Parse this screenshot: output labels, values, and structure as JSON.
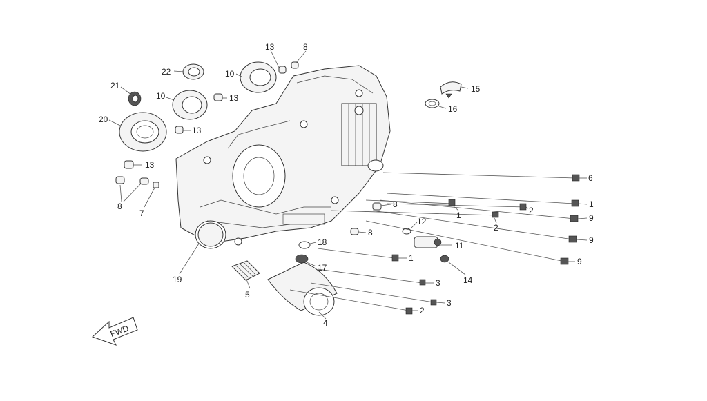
{
  "diagram": {
    "fwd_label": "FWD",
    "callouts": [
      "13",
      "8",
      "22",
      "10",
      "21",
      "10",
      "13",
      "20",
      "13",
      "13",
      "8",
      "7",
      "19",
      "15",
      "16",
      "6",
      "1",
      "9",
      "9",
      "9",
      "8",
      "1",
      "2",
      "2",
      "12",
      "11",
      "18",
      "17",
      "14",
      "8",
      "1",
      "3",
      "3",
      "2",
      "5",
      "4"
    ]
  }
}
